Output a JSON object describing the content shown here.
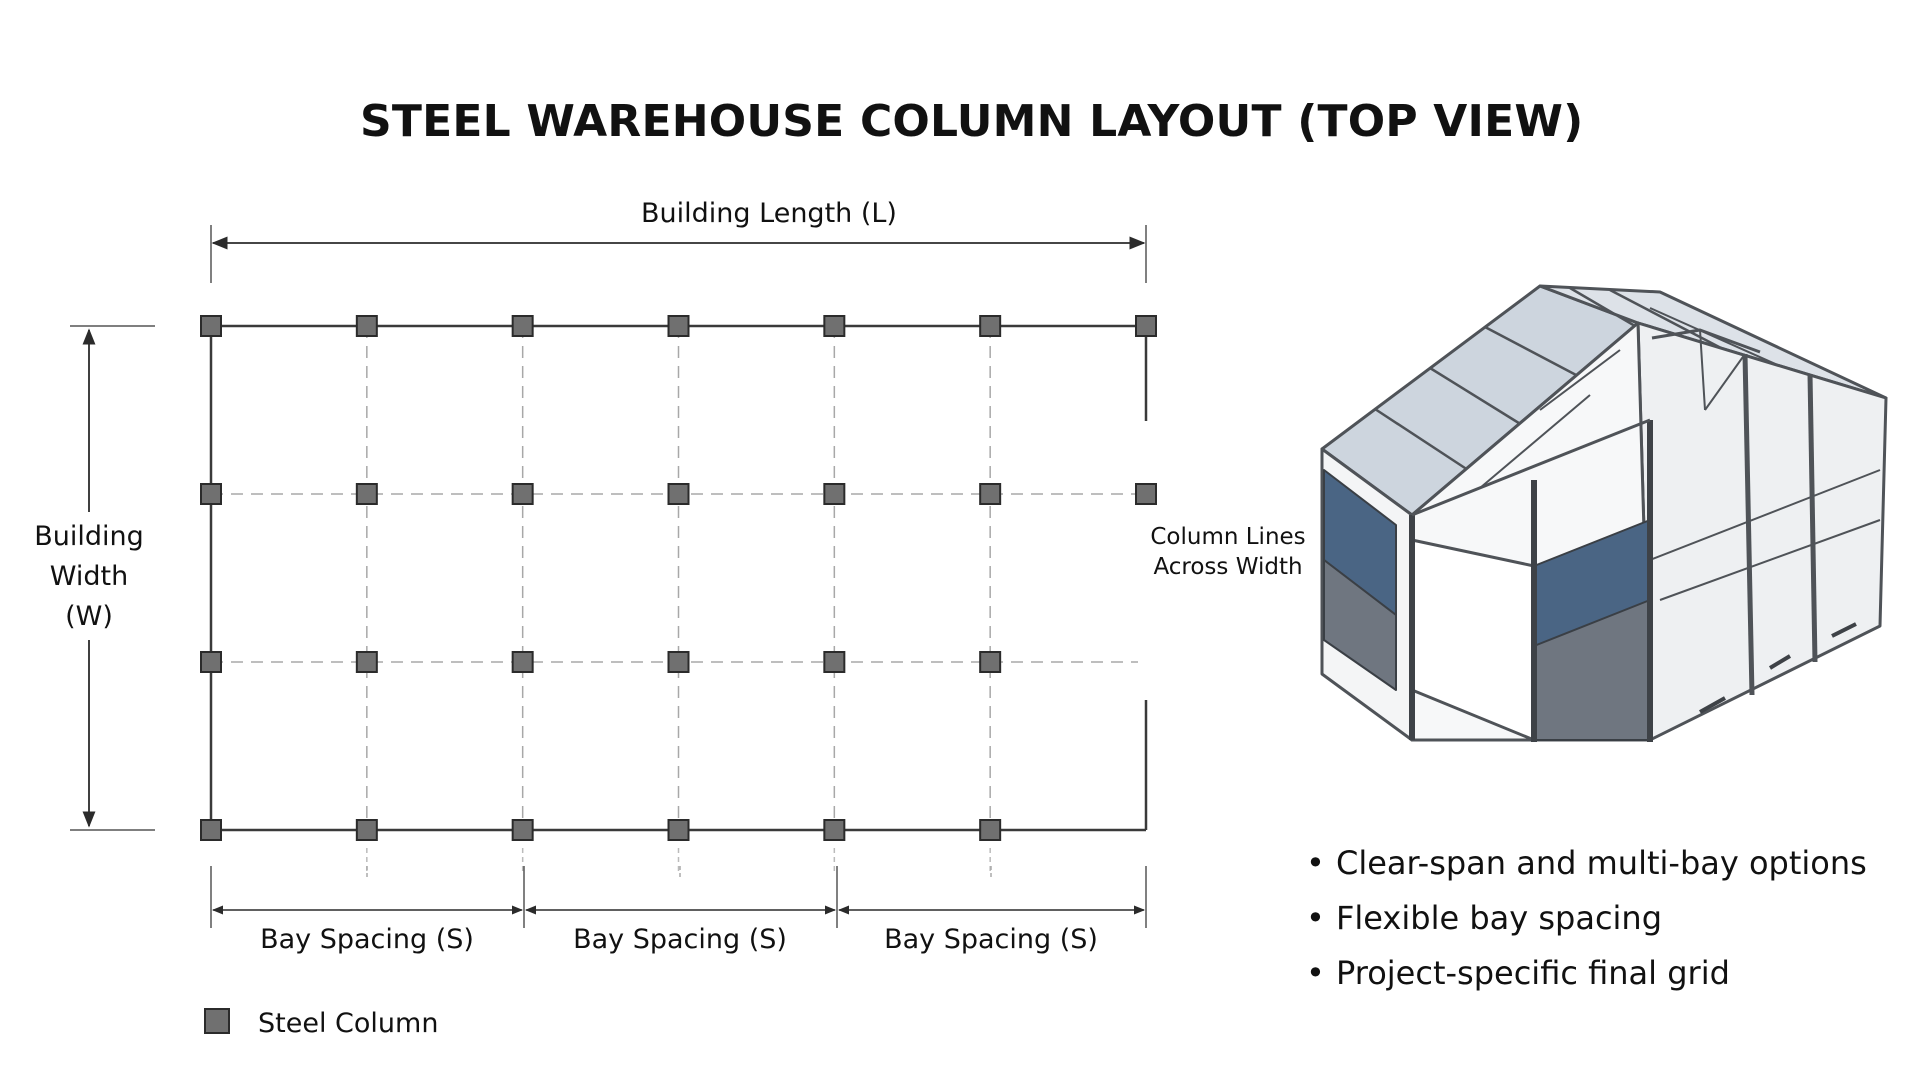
{
  "title": "STEEL WAREHOUSE COLUMN LAYOUT (TOP VIEW)",
  "layout": {
    "length_label": "Building Length (L)",
    "width_label": [
      "Building",
      "Width",
      "(W)"
    ],
    "bay_labels": [
      "Bay Spacing (S)",
      "Bay Spacing (S)",
      "Bay Spacing (S)"
    ],
    "column_lines_label": [
      "Column Lines",
      "Across Width"
    ],
    "legend_label": "Steel Column",
    "columns_along_length": 7,
    "column_rows_across_width": 4,
    "open_right_end_rows": [
      2,
      3
    ]
  },
  "features": [
    "Clear-span and multi-bay options",
    "Flexible bay spacing",
    "Project-specific final grid"
  ],
  "colors": {
    "column_fill": "#707070",
    "column_stroke": "#2b2b2b",
    "line": "#3a3a3a",
    "grid_dash": "#a8a8a8",
    "roof_blue": "#4a6584",
    "steel": "#4f5358"
  },
  "illustration": {
    "name": "steel-frame-warehouse-3d-illustration"
  }
}
